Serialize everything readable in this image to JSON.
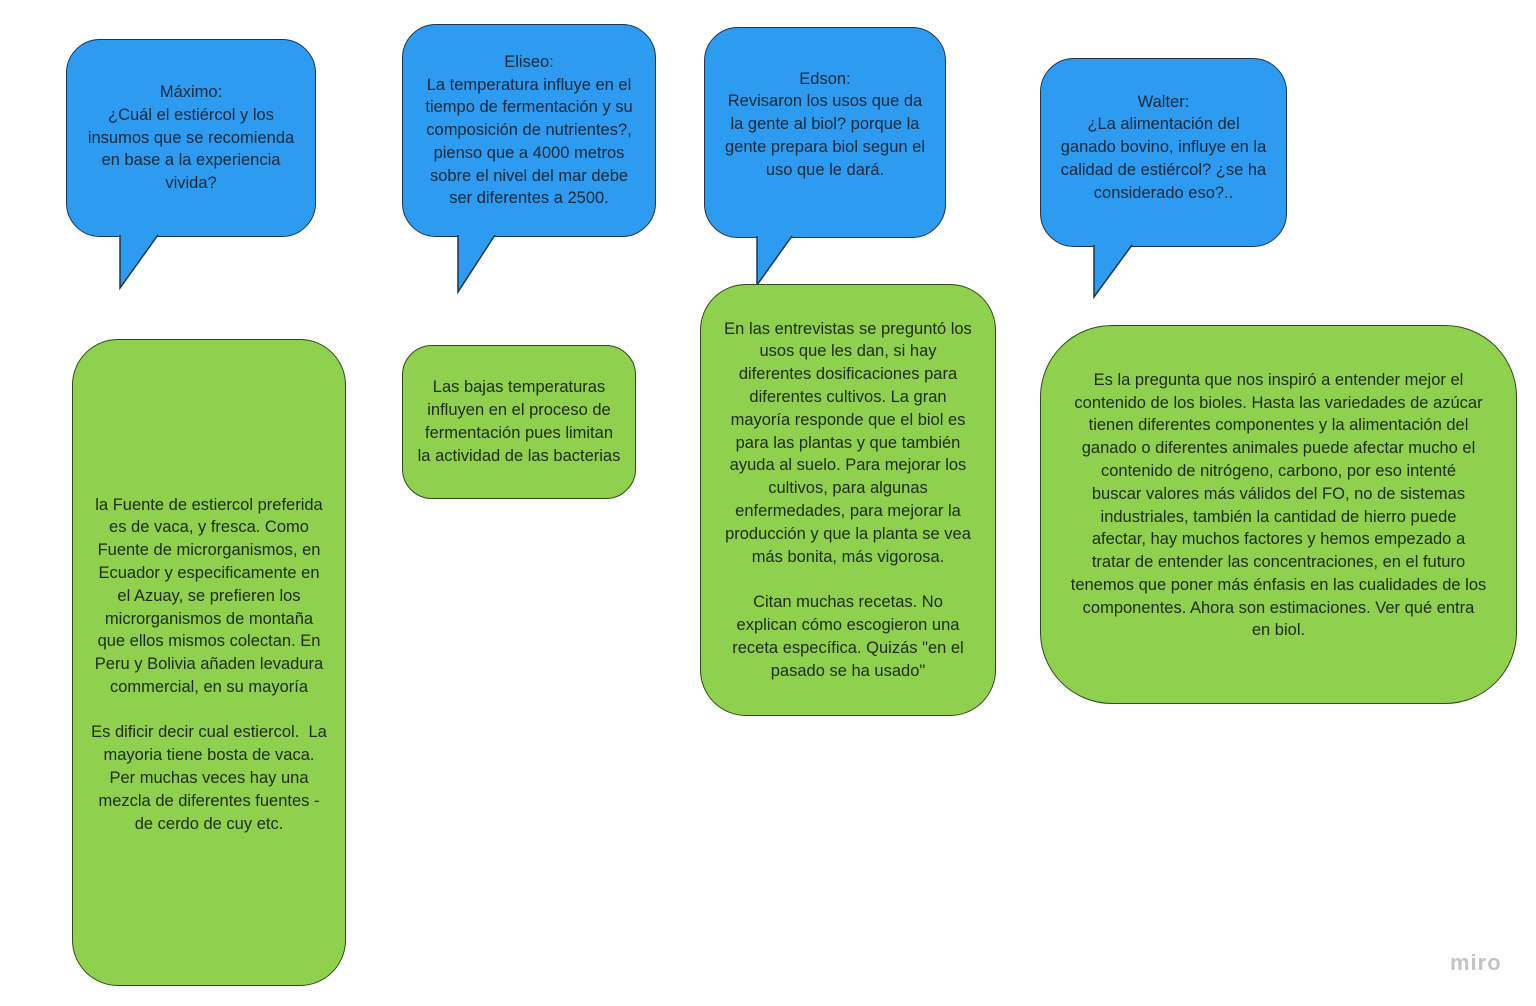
{
  "questions": [
    {
      "author": "Máximo:",
      "text": "¿Cuál el estiércol y los\ninsumos que se recomienda\nen base a la experiencia\nvivida?"
    },
    {
      "author": "Eliseo:",
      "text": "La temperatura influye en el\ntiempo de fermentación y su\ncomposición de nutrientes?,\npienso que a 4000 metros\nsobre el nivel del mar debe\nser diferentes a 2500."
    },
    {
      "author": "Edson:",
      "text": "Revisaron los usos que da\nla gente al biol? porque la\ngente prepara biol segun el\nuso que le dará."
    },
    {
      "author": "Walter:",
      "text": "¿La alimentación del\nganado bovino, influye en la\ncalidad de estiércol? ¿se ha\nconsiderado eso?.."
    }
  ],
  "answers": [
    {
      "text": "la Fuente de estiercol preferida\nes de vaca, y fresca. Como\nFuente de microrganismos, en\nEcuador y especificamente en\nel Azuay, se prefieren los\nmicrorganismos de montaña\nque ellos mismos colectan. En\nPeru y Bolivia añaden levadura\ncommercial, en su mayoría\n\nEs dificir decir cual estiercol.  La\nmayoria tiene bosta de vaca.\nPer muchas veces hay una\nmezcla de diferentes fuentes -\nde cerdo de cuy etc."
    },
    {
      "text": "Las bajas temperaturas\ninfluyen en el proceso de\nfermentación pues limitan\nla actividad de las bacterias"
    },
    {
      "text": "En las entrevistas se preguntó los\nusos que les dan, si hay\ndiferentes dosificaciones para\ndiferentes cultivos. La gran\nmayoría responde que el biol es\npara las plantas y que también\nayuda al suelo. Para mejorar los\ncultivos, para algunas\nenfermedades, para mejorar la\nproducción y que la planta se vea\nmás bonita, más vigorosa.\n\nCitan muchas recetas. No\nexplican cómo escogieron una\nreceta específica. Quizás \"en el\npasado se ha usado\""
    },
    {
      "text": "Es la pregunta que nos inspiró a entender mejor el\ncontenido de los bioles. Hasta las variedades de azúcar\ntienen diferentes componentes y la alimentación del\nganado o diferentes animales puede afectar mucho el\ncontenido de nitrógeno, carbono, por eso intenté\nbuscar valores más válidos del FO, no de sistemas\nindustriales, también la cantidad de hierro puede\nafectar, hay muchos factores y hemos empezado a\ntratar de entender las concentraciones, en el futuro\ntenemos que poner más énfasis en las cualidades de los\ncomponentes. Ahora son estimaciones. Ver qué entra\nen biol."
    }
  ],
  "watermark": "miro",
  "colors": {
    "question": "#2d9bf0",
    "answer": "#8fd14f"
  }
}
